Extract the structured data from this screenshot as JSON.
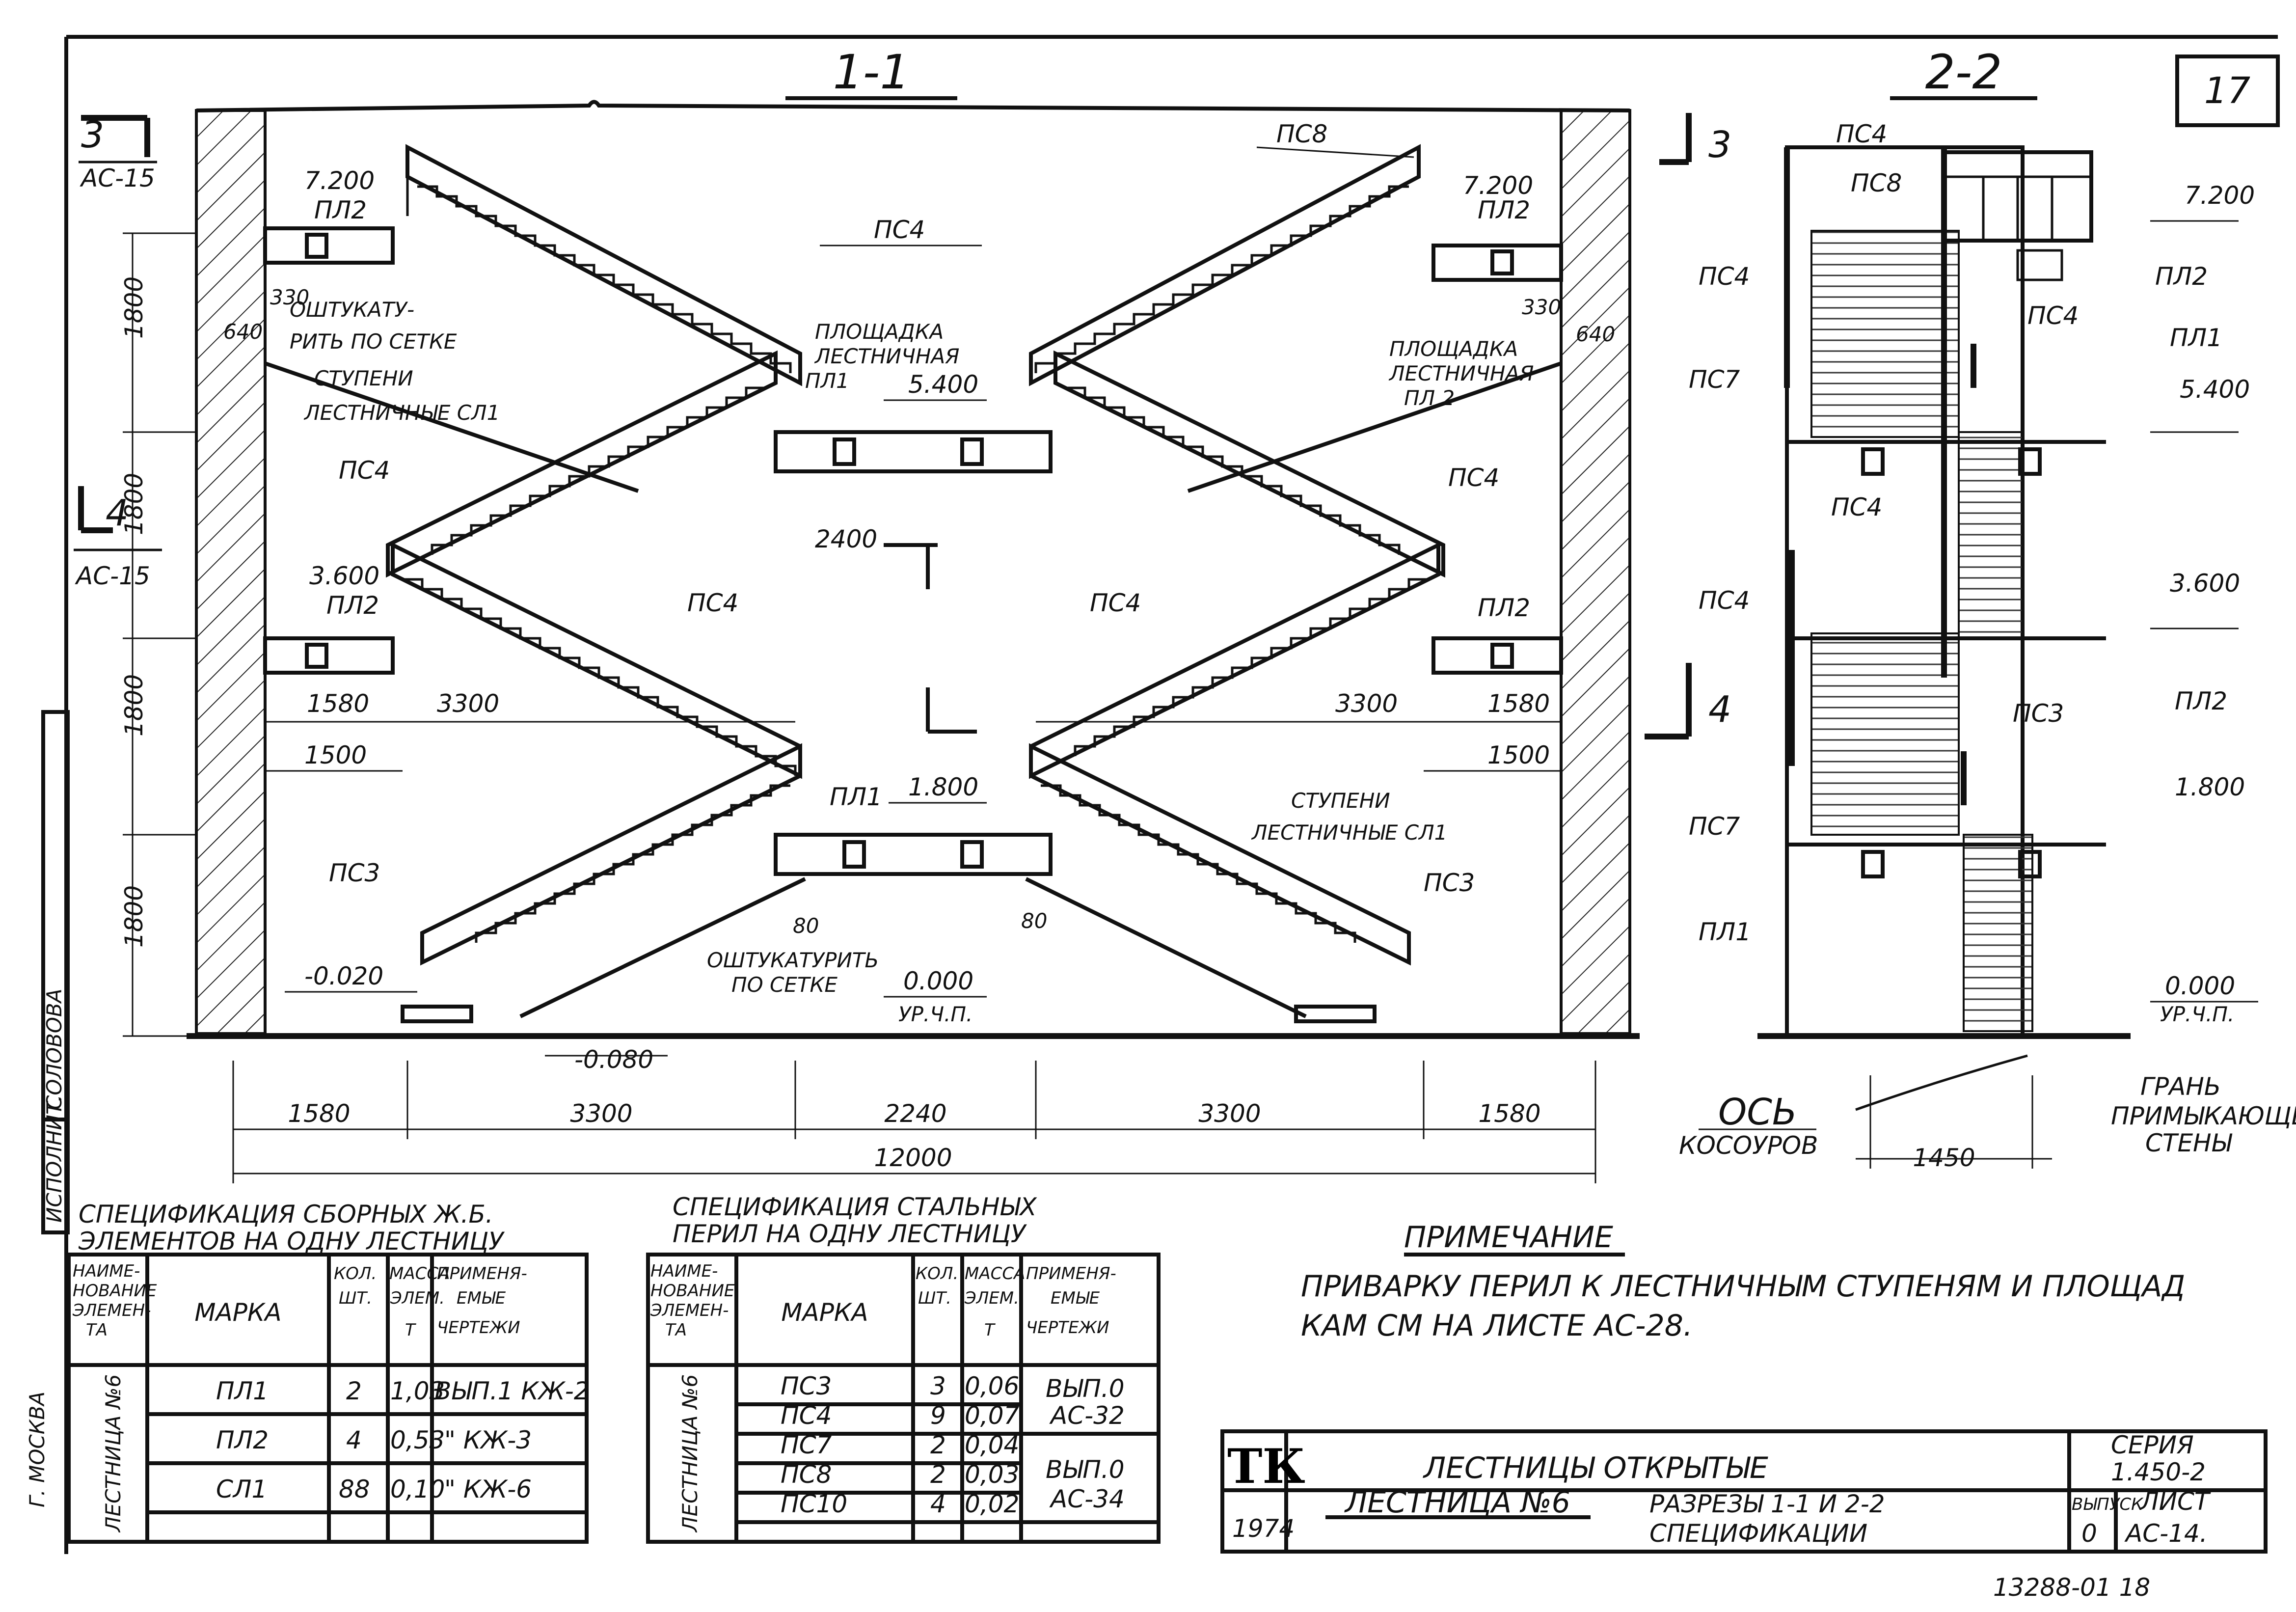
{
  "sheet_number": "17",
  "sections": {
    "section_1": "1-1",
    "section_2": "2-2"
  },
  "section_1_labels": {
    "cut_top_left_num": "3",
    "cut_top_left_ref": "AC-15",
    "cut_mid_left_num": "4",
    "cut_mid_left_ref": "AC-15",
    "cut_top_right_num": "3",
    "cut_mid_right_num": "4",
    "psch8": "ПС8",
    "psch4_top": "ПС4",
    "elev_7200_left": "7.200",
    "pl2_top_left": "ПЛ2",
    "elev_7200_right": "7.200",
    "pl2_top_right": "ПЛ2",
    "dim_330_left": "330",
    "dim_640_left": "640",
    "plaster_note_1": "ОШТУКАТУ-",
    "plaster_note_2": "РИТЬ ПО СЕТКЕ",
    "steps_left_1": "СТУПЕНИ",
    "steps_left_2": "ЛЕСТНИЧНЫЕ СЛ1",
    "landing_1_1": "ПЛОЩАДКА",
    "landing_1_2": "ЛЕСТНИЧНАЯ",
    "landing_1_3": "ПЛ1",
    "elev_5400": "5.400",
    "landing_2_1": "ПЛОЩАДКА",
    "landing_2_2": "ЛЕСТНИЧНАЯ",
    "landing_2_3": "ПЛ 2",
    "dim_330_right": "330",
    "dim_640_right": "640",
    "psch4_left_mid": "ПС4",
    "psch4_right_mid": "ПС4",
    "dim_2400": "2400",
    "elev_3600": "3.600",
    "pl2_mid_left": "ПЛ2",
    "psch4_center_left": "ПС4",
    "psch4_center_right": "ПС4",
    "pl2_mid_right": "ПЛ2",
    "dim_1580_left_inner": "1580",
    "dim_3300_left_inner": "3300",
    "dim_3300_right_inner": "3300",
    "dim_1580_right_inner": "1580",
    "dim_1500_left": "1500",
    "dim_1500_right": "1500",
    "pl1_low": "ПЛ1",
    "elev_1800": "1.800",
    "steps_right_1": "СТУПЕНИ",
    "steps_right_2": "ЛЕСТНИЧНЫЕ СЛ1",
    "psch3_left": "ПС3",
    "psch3_right": "ПС3",
    "dim_80_left": "80",
    "dim_80_right": "80",
    "plaster_low_1": "ОШТУКАТУРИТЬ",
    "plaster_low_2": "ПО СЕТКЕ",
    "elev_0000": "0.000",
    "elev_0000_note": "УР.Ч.П.",
    "elev_m0020": "-0.020",
    "elev_m0080": "-0.080",
    "height_1800_a": "1800",
    "height_1800_b": "1800",
    "height_1800_c": "1800",
    "height_1800_d": "1800",
    "dim_bottom_1580_left": "1580",
    "dim_bottom_3300_left": "3300",
    "dim_bottom_2240": "2240",
    "dim_bottom_3300_right": "3300",
    "dim_bottom_1580_right": "1580",
    "dim_bottom_12000": "12000"
  },
  "section_2_labels": {
    "psch4_top": "ПС4",
    "psch8": "ПС8",
    "elev_7200": "7.200",
    "psch4_a": "ПС4",
    "pl2_top": "ПЛ2",
    "psch4_b": "ПС4",
    "pl1_top": "ПЛ1",
    "psch7_a": "ПС7",
    "elev_5400": "5.400",
    "psch4_c": "ПС4",
    "psch4_d": "ПС4",
    "elev_3600": "3.600",
    "pl2_mid": "ПЛ2",
    "psch3": "ПС3",
    "elev_1800": "1.800",
    "psch7_b": "ПС7",
    "pl1_low": "ПЛ1",
    "elev_0000": "0.000",
    "elev_0000_note": "УР.Ч.П.",
    "axis_1": "ОСЬ",
    "axis_2": "КОСОУРОВ",
    "edge_1": "ГРАНЬ",
    "edge_2": "ПРИМЫКАЮЩЕЙ",
    "edge_3": "СТЕНЫ",
    "dim_1450": "1450"
  },
  "spec_precast": {
    "title_1": "СПЕЦИФИКАЦИЯ СБОРНЫХ Ж.Б.",
    "title_2": "ЭЛЕМЕНТОВ НА ОДНУ ЛЕСТНИЦУ",
    "headers": [
      "НАИМЕ-НОВАНИЕ ЭЛЕМЕН-ТА",
      "МАРКА",
      "КОЛ. ШТ.",
      "МАССА ЭЛЕМ. Т",
      "ПРИМЕНЯ-ЕМЫЕ ЧЕРТЕЖИ"
    ],
    "group": "ЛЕСТНИЦА №6",
    "rows": [
      [
        "ПЛ1",
        "2",
        "1,03",
        "ВЫП.1 КЖ-2"
      ],
      [
        "ПЛ2",
        "4",
        "0,53",
        "\" КЖ-3"
      ],
      [
        "СЛ1",
        "88",
        "0,10",
        "\" КЖ-6"
      ]
    ]
  },
  "spec_steel": {
    "title_1": "СПЕЦИФИКАЦИЯ СТАЛЬНЫХ",
    "title_2": "ПЕРИЛ НА ОДНУ ЛЕСТНИЦУ",
    "headers": [
      "НАИМЕ-НОВАНИЕ ЭЛЕМЕН-ТА",
      "МАРКА",
      "КОЛ. ШТ.",
      "МАССА ЭЛЕМ. Т",
      "ПРИМЕНЯ-ЕМЫЕ ЧЕРТЕЖИ"
    ],
    "group": "ЛЕСТНИЦА №6",
    "rows": [
      [
        "ПС3",
        "3",
        "0,06"
      ],
      [
        "ПС4",
        "9",
        "0,07"
      ],
      [
        "ПС7",
        "2",
        "0,04"
      ],
      [
        "ПС8",
        "2",
        "0,03"
      ],
      [
        "ПС10",
        "4",
        "0,02"
      ]
    ],
    "ref_a_1": "ВЫП.0",
    "ref_a_2": "AC-32",
    "ref_b_1": "ВЫП.0",
    "ref_b_2": "AC-34"
  },
  "note": {
    "title": "ПРИМЕЧАНИЕ",
    "line_1": "ПРИВАРКУ ПЕРИЛ К ЛЕСТНИЧНЫМ СТУПЕНЯМ И ПЛОЩАД",
    "line_2": "КАМ СМ НА ЛИСТЕ AC-28."
  },
  "title_block": {
    "logo": "ТК",
    "year": "1974",
    "title": "ЛЕСТНИЦЫ ОТКРЫТЫЕ",
    "subtitle": "ЛЕСТНИЦА №6",
    "content_1": "РАЗРЕЗЫ 1-1 И 2-2",
    "content_2": "СПЕЦИФИКАЦИИ",
    "series_label": "СЕРИЯ",
    "series_value": "1.450-2",
    "issue_label": "ВЫПУСК",
    "issue_value": "0",
    "sheet_label": "ЛИСТ",
    "sheet_value": "AC-14."
  },
  "side_stamp": {
    "executor": "ИСПОЛНИТ.",
    "name": "СОЛОВОВА",
    "city": "Г. МОСКВА"
  },
  "bottom_number": "13288-01 18"
}
